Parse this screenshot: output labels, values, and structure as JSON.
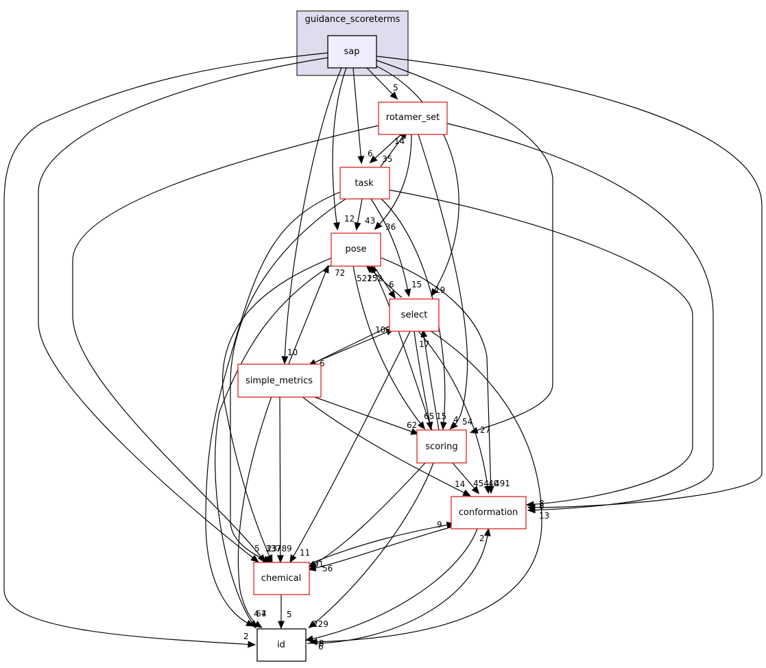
{
  "cluster": {
    "label": "guidance_scoreterms"
  },
  "nodes": [
    {
      "id": "sap",
      "label": "sap",
      "style": "current"
    },
    {
      "id": "rotamer_set",
      "label": "rotamer_set",
      "style": "red"
    },
    {
      "id": "task",
      "label": "task",
      "style": "red"
    },
    {
      "id": "pose",
      "label": "pose",
      "style": "red"
    },
    {
      "id": "select",
      "label": "select",
      "style": "red"
    },
    {
      "id": "simple_metrics",
      "label": "simple_metrics",
      "style": "red"
    },
    {
      "id": "scoring",
      "label": "scoring",
      "style": "red"
    },
    {
      "id": "conformation",
      "label": "conformation",
      "style": "red"
    },
    {
      "id": "chemical",
      "label": "chemical",
      "style": "red"
    },
    {
      "id": "id",
      "label": "id",
      "style": "plain"
    }
  ],
  "edges": [
    {
      "from": "sap",
      "to": "rotamer_set",
      "label": "5"
    },
    {
      "from": "sap",
      "to": "task",
      "label": "6"
    },
    {
      "from": "sap",
      "to": "pose",
      "label": "12"
    },
    {
      "from": "sap",
      "to": "select",
      "label": "19"
    },
    {
      "from": "sap",
      "to": "simple_metrics",
      "label": "10"
    },
    {
      "from": "sap",
      "to": "scoring",
      "label": "27"
    },
    {
      "from": "sap",
      "to": "conformation",
      "label": "8"
    },
    {
      "from": "sap",
      "to": "chemical",
      "label": "5"
    },
    {
      "from": "sap",
      "to": "id",
      "label": "2"
    },
    {
      "from": "rotamer_set",
      "to": "task",
      "label": "35"
    },
    {
      "from": "rotamer_set",
      "to": "pose",
      "label": "36"
    },
    {
      "from": "rotamer_set",
      "to": "scoring",
      "label": "4"
    },
    {
      "from": "rotamer_set",
      "to": "conformation",
      "label": "13"
    },
    {
      "from": "rotamer_set",
      "to": "chemical",
      "label": "23"
    },
    {
      "from": "task",
      "to": "rotamer_set",
      "label": "14"
    },
    {
      "from": "task",
      "to": "pose",
      "label": "43"
    },
    {
      "from": "task",
      "to": "select",
      "label": "15"
    },
    {
      "from": "task",
      "to": "scoring",
      "label": "54"
    },
    {
      "from": "task",
      "to": "conformation",
      "label": "8"
    },
    {
      "from": "task",
      "to": "chemical",
      "label": "78"
    },
    {
      "from": "task",
      "to": "id",
      "label": "4"
    },
    {
      "from": "pose",
      "to": "select",
      "label": "6"
    },
    {
      "from": "pose",
      "to": "scoring",
      "label": "65"
    },
    {
      "from": "pose",
      "to": "conformation",
      "label": "491"
    },
    {
      "from": "pose",
      "to": "chemical",
      "label": "337"
    },
    {
      "from": "pose",
      "to": "id",
      "label": "67"
    },
    {
      "from": "select",
      "to": "pose",
      "label": "152"
    },
    {
      "from": "select",
      "to": "simple_metrics",
      "label": "6"
    },
    {
      "from": "select",
      "to": "scoring",
      "label": "15"
    },
    {
      "from": "select",
      "to": "conformation",
      "label": "40"
    },
    {
      "from": "select",
      "to": "chemical",
      "label": "11"
    },
    {
      "from": "select",
      "to": "id",
      "label": "8"
    },
    {
      "from": "simple_metrics",
      "to": "pose",
      "label": "72"
    },
    {
      "from": "simple_metrics",
      "to": "select",
      "label": "100"
    },
    {
      "from": "simple_metrics",
      "to": "scoring",
      "label": "62"
    },
    {
      "from": "simple_metrics",
      "to": "conformation",
      "label": "14"
    },
    {
      "from": "simple_metrics",
      "to": "chemical",
      "label": "9"
    },
    {
      "from": "simple_metrics",
      "to": "id",
      "label": "4"
    },
    {
      "from": "scoring",
      "to": "pose",
      "label": "522"
    },
    {
      "from": "scoring",
      "to": "select",
      "label": "17"
    },
    {
      "from": "scoring",
      "to": "conformation",
      "label": "454"
    },
    {
      "from": "scoring",
      "to": "chemical",
      "label": "91"
    },
    {
      "from": "scoring",
      "to": "id",
      "label": "229"
    },
    {
      "from": "conformation",
      "to": "chemical",
      "label": "56"
    },
    {
      "from": "conformation",
      "to": "id",
      "label": "6"
    },
    {
      "from": "chemical",
      "to": "conformation",
      "label": "9"
    },
    {
      "from": "chemical",
      "to": "id",
      "label": "5"
    },
    {
      "from": "id",
      "to": "conformation",
      "label": "2"
    }
  ]
}
